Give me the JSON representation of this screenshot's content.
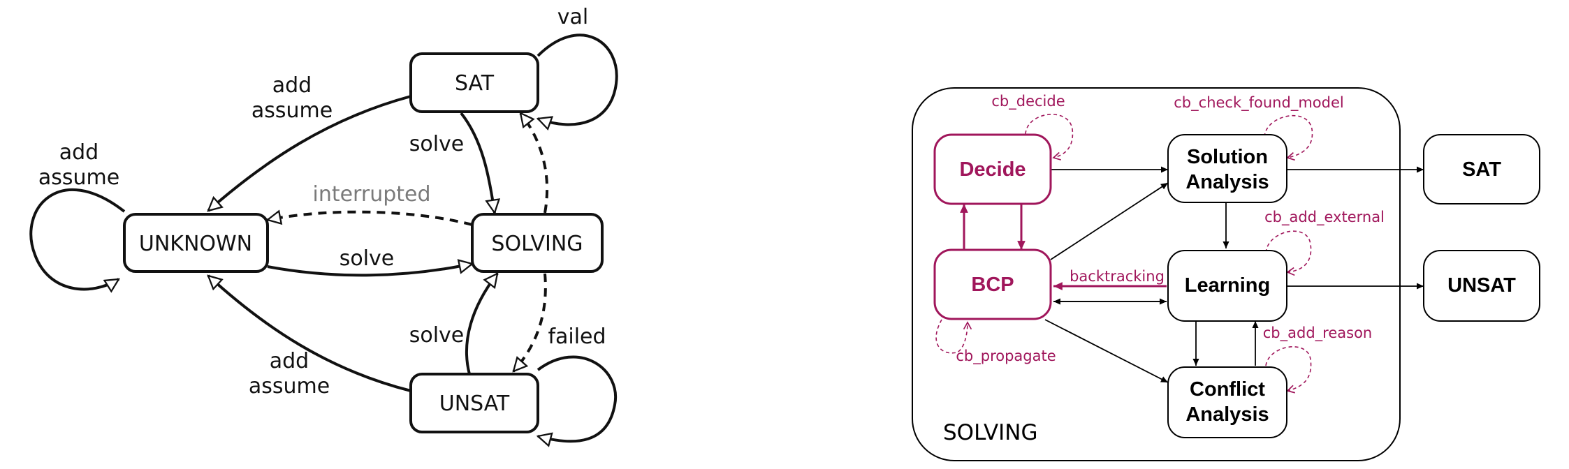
{
  "left_diagram": {
    "states": {
      "sat": "SAT",
      "unknown": "UNKNOWN",
      "solving": "SOLVING",
      "unsat": "UNSAT"
    },
    "edge_labels": {
      "unknown_loop": [
        "add",
        "assume"
      ],
      "sat_to_unknown": [
        "add",
        "assume"
      ],
      "unsat_to_unknown": [
        "add",
        "assume"
      ],
      "sat_to_solving": "solve",
      "unsat_to_solving": "solve",
      "unknown_to_solving": "solve",
      "solving_to_unknown": "interrupted",
      "sat_loop": "val",
      "unsat_loop": "failed"
    }
  },
  "right_diagram": {
    "container_label": "SOLVING",
    "nodes": {
      "decide": "Decide",
      "bcp": "BCP",
      "solution_analysis": [
        "Solution",
        "Analysis"
      ],
      "learning": "Learning",
      "conflict_analysis": [
        "Conflict",
        "Analysis"
      ],
      "sat": "SAT",
      "unsat": "UNSAT"
    },
    "callbacks": {
      "decide": "cb_decide",
      "check_found_model": "cb_check_found_model",
      "add_external": "cb_add_external",
      "add_reason": "cb_add_reason",
      "propagate": "cb_propagate"
    },
    "edge_labels": {
      "backtracking": "backtracking"
    },
    "accent_color": "#a0165b"
  }
}
